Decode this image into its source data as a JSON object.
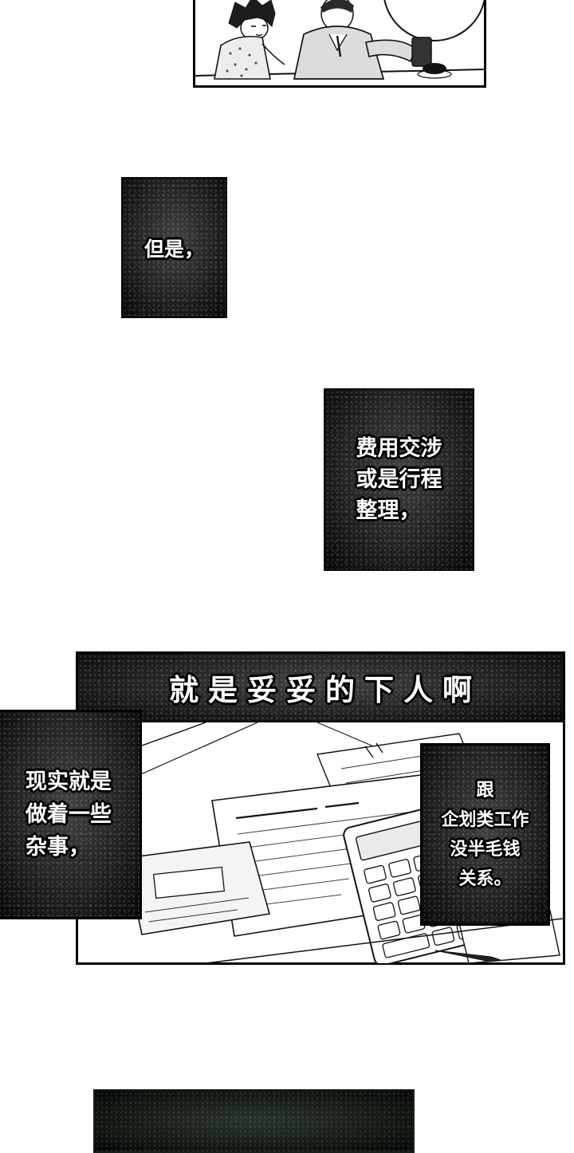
{
  "colors": {
    "paper": "#ffffff",
    "ink": "#000000",
    "grain_dark": "#181818",
    "caption_text": "#ffffff"
  },
  "panels": {
    "caption_but": {
      "text": "但是，"
    },
    "caption_tasks": {
      "lines": [
        "费用交涉",
        "或是行程",
        "整理，"
      ]
    },
    "main_scene": {
      "title": "就是妥妥的下人啊"
    },
    "caption_reality": {
      "lines": [
        "现实就是",
        "做着一些",
        "杂事，"
      ]
    },
    "caption_unrelated": {
      "lines": [
        "跟",
        "企划类工作",
        "没半毛钱",
        "关系。"
      ]
    }
  }
}
